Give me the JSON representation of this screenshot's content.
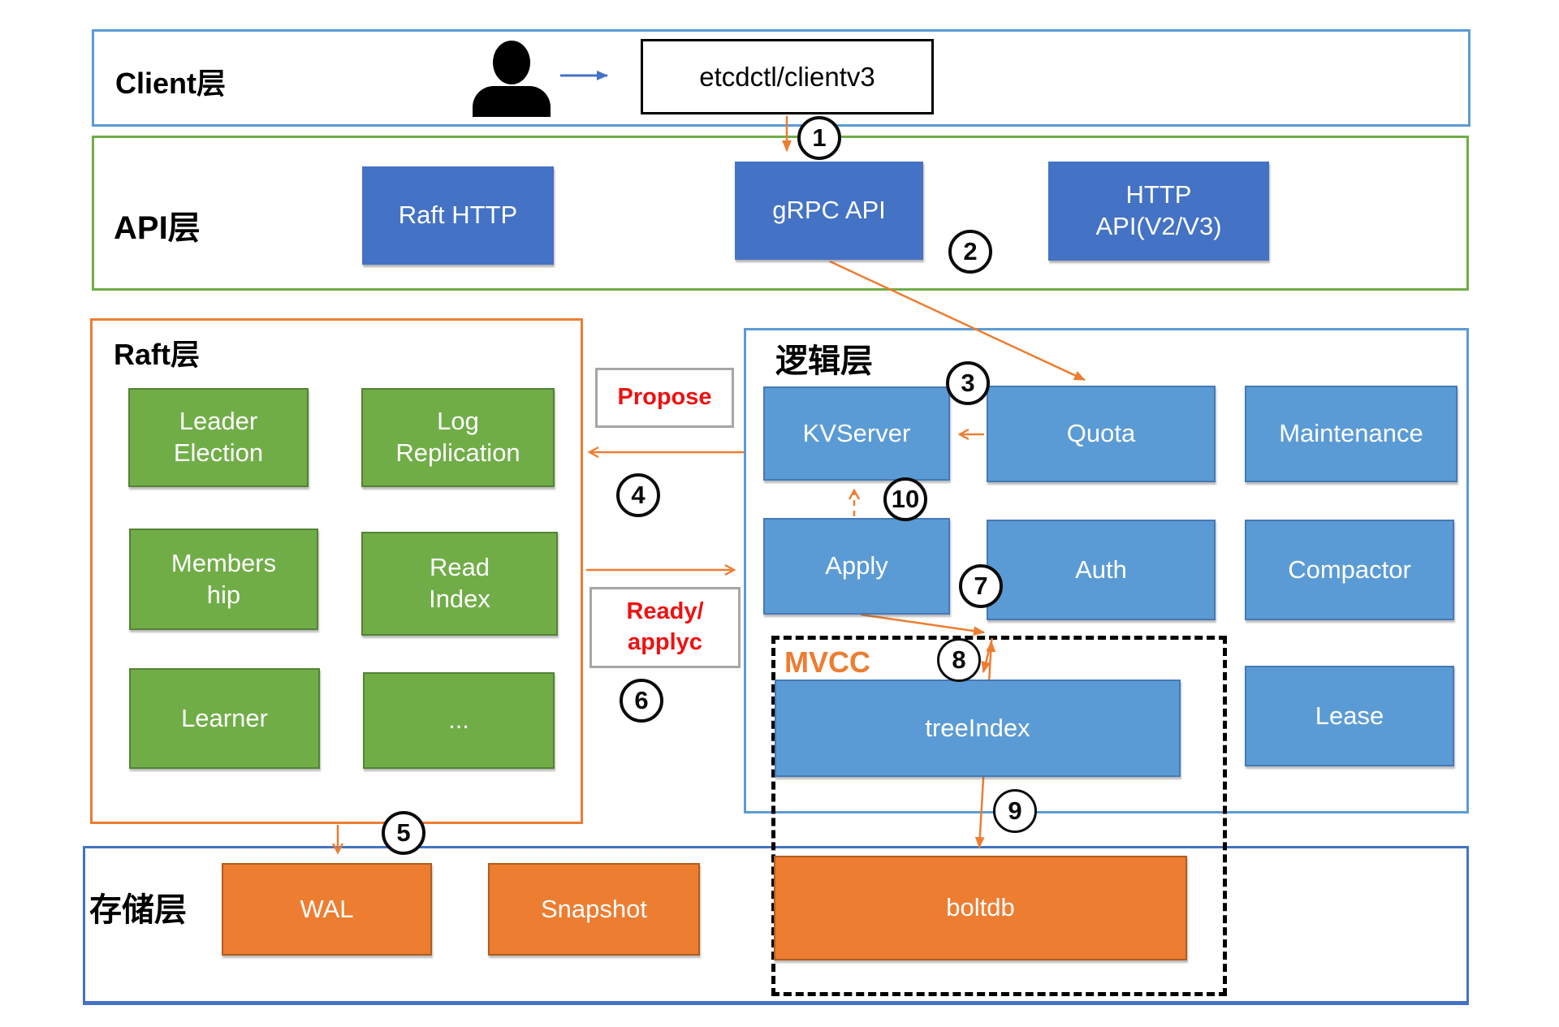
{
  "colors": {
    "orange_accent": "#ED7D31",
    "blue_dark": "#4472C4",
    "blue_light": "#5B9BD5",
    "green": "#70AD47",
    "red_flow_text": "#EE1111",
    "gray_label_border": "#A6A6A6"
  },
  "client_layer": {
    "label": "Client层",
    "terminal_box": "etcdctl/clientv3"
  },
  "api_layer": {
    "label": "API层",
    "raft_http": "Raft HTTP",
    "grpc_api": "gRPC API",
    "http_api": "HTTP\nAPI(V2/V3)"
  },
  "raft_layer": {
    "label": "Raft层",
    "leader_election": "Leader\nElection",
    "log_replication": "Log\nReplication",
    "membership": "Members\nhip",
    "read_index": "Read\nIndex",
    "learner": "Learner",
    "ellipsis": "..."
  },
  "logic_layer": {
    "label": "逻辑层",
    "kvserver": "KVServer",
    "quota": "Quota",
    "maintenance": "Maintenance",
    "apply": "Apply",
    "auth": "Auth",
    "compactor": "Compactor",
    "mvcc": "MVCC",
    "treeindex": "treeIndex",
    "lease": "Lease"
  },
  "storage_layer": {
    "label": "存储层",
    "wal": "WAL",
    "snapshot": "Snapshot",
    "boltdb": "boltdb"
  },
  "flow_labels": {
    "propose": "Propose",
    "ready_applyc": "Ready/\napplyc"
  },
  "steps": {
    "s1": "1",
    "s2": "2",
    "s3": "3",
    "s4": "4",
    "s5": "5",
    "s6": "6",
    "s7": "7",
    "s8": "8",
    "s9": "9",
    "s10": "10"
  }
}
